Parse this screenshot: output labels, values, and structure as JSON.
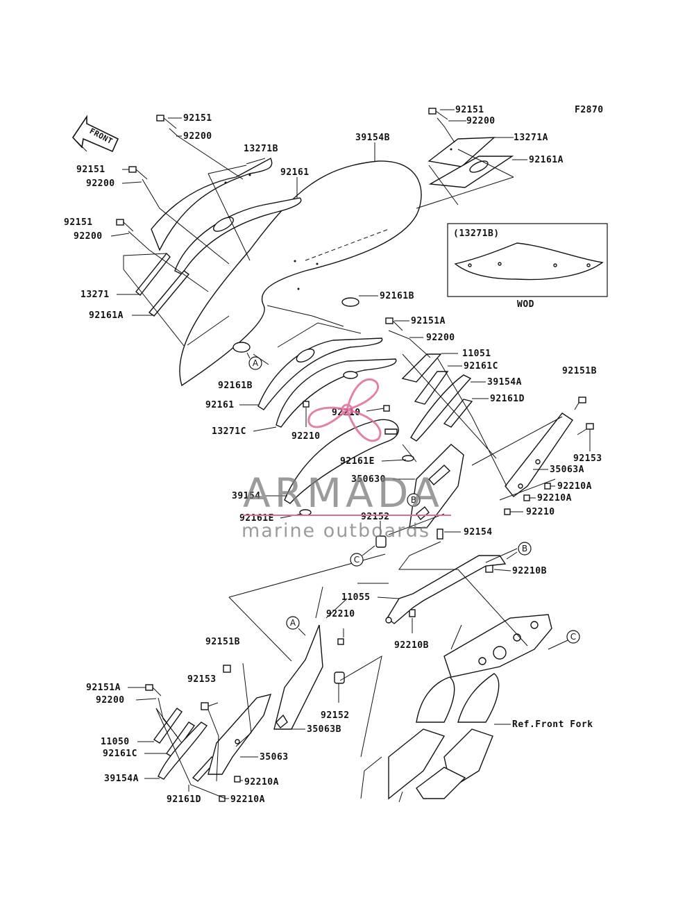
{
  "figure_code": "F2870",
  "front_arrow": "FRONT",
  "inset": {
    "title": "(13271B)",
    "caption": "WOD"
  },
  "callouts": [
    "A",
    "A",
    "B",
    "B",
    "C",
    "C"
  ],
  "reference": "Ref.Front Fork",
  "watermark": {
    "brand": "ARMADA",
    "tagline": "marine outboards",
    "color": "#e06a9a"
  },
  "labels": [
    "92151",
    "92200",
    "13271B",
    "92161",
    "39154B",
    "92151",
    "92200",
    "13271A",
    "92161A",
    "92151",
    "92200",
    "92151",
    "92200",
    "13271",
    "92161A",
    "92161B",
    "92161B",
    "92151A",
    "92200",
    "11051",
    "92161C",
    "39154A",
    "92161D",
    "92161",
    "92210",
    "13271C",
    "92210",
    "92151B",
    "92153",
    "35063A",
    "92210A",
    "92210A",
    "92210",
    "92161E",
    "350630",
    "39154",
    "92161E",
    "92152",
    "92154",
    "92210B",
    "11055",
    "92210",
    "92210B",
    "92151B",
    "92153",
    "92151A",
    "92200",
    "11050",
    "92161C",
    "39154A",
    "92161D",
    "35063",
    "92210A",
    "92210A",
    "92152",
    "35063B"
  ]
}
